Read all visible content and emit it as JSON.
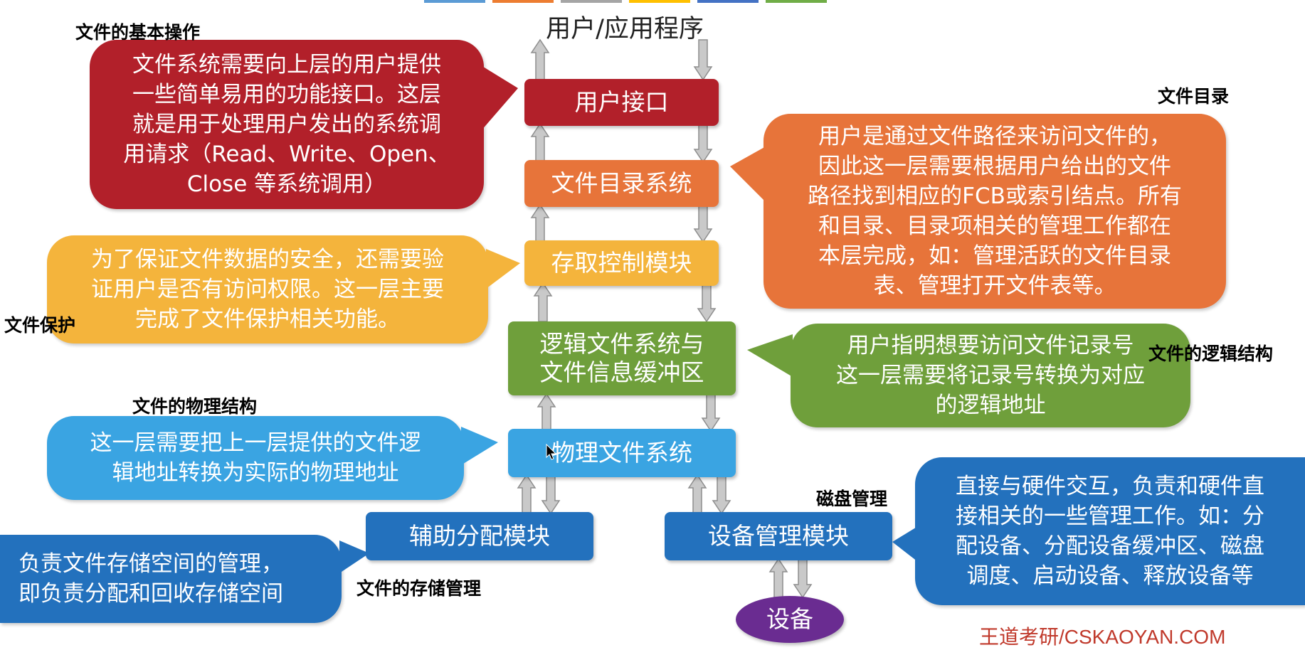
{
  "top": {
    "label": "用户/应用程序"
  },
  "layers": {
    "user_interface": "用户接口",
    "file_dir_system": "文件目录系统",
    "access_control": "存取控制模块",
    "logical_fs": "逻辑文件系统与\n文件信息缓冲区",
    "physical_fs": "物理文件系统",
    "alloc_module": "辅助分配模块",
    "device_module": "设备管理模块",
    "device": "设备"
  },
  "bubbles": {
    "user_interface": "文件系统需要向上层的用户提供\n一些简单易用的功能接口。这层\n就是用于处理用户发出的系统调\n用请求（Read、Write、Open、\nClose 等系统调用）",
    "file_dir_system": "用户是通过文件路径来访问文件的，\n因此这一层需要根据用户给出的文件\n路径找到相应的FCB或索引结点。所有\n和目录、目录项相关的管理工作都在\n本层完成，如：管理活跃的文件目录\n表、管理打开文件表等。",
    "access_control": "为了保证文件数据的安全，还需要验\n证用户是否有访问权限。这一层主要\n完成了文件保护相关功能。",
    "logical_fs": "用户指明想要访问文件记录号\n这一层需要将记录号转换为对应\n的逻辑地址",
    "physical_fs": "这一层需要把上一层提供的文件逻\n辑地址转换为实际的物理地址",
    "alloc_module": "负责文件存储空间的管理，\n即负责分配和回收存储空间",
    "device_module": "直接与硬件交互，负责和硬件直\n接相关的一些管理工作。如：分\n配设备、分配设备缓冲区、磁盘\n调度、启动设备、释放设备等"
  },
  "annotations": {
    "basic_ops": "文件的基本操作",
    "file_dir": "文件目录",
    "file_protection": "文件保护",
    "logical_structure": "文件的逻辑结构",
    "physical_structure": "文件的物理结构",
    "disk_management": "磁盘管理",
    "storage_management": "文件的存储管理"
  },
  "watermark": "王道考研/CSKAOYAN.COM",
  "colors": {
    "red": "#b2202a",
    "orange": "#e7743a",
    "yellow": "#f4b43c",
    "green": "#6f9f3b",
    "light_blue": "#3aa4e2",
    "blue": "#2371bd",
    "purple": "#6a2c91",
    "watermark": "#c0392b"
  }
}
